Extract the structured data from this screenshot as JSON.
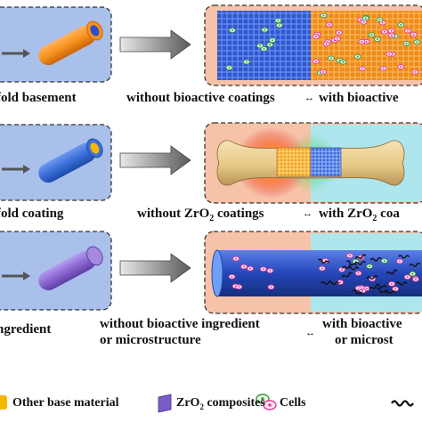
{
  "rows": [
    {
      "left_label": "fold basement",
      "before_label": "without bioactive coatings",
      "arrow_glyph": "↔",
      "after_label": "with bioactive"
    },
    {
      "left_label": "fold coating",
      "before_label_prefix": "without ZrO",
      "before_label_sub": "2",
      "before_label_suffix": " coatings",
      "arrow_glyph": "↔",
      "after_label_prefix": "with ZrO",
      "after_label_sub": "2",
      "after_label_suffix": " coa"
    },
    {
      "left_label": "ngredient",
      "before_label_line1": "without bioactive ingredient",
      "before_label_line2": "or microstructure",
      "arrow_glyph": "↔",
      "after_label_line1": "with bioactive",
      "after_label_line2": "or microst"
    }
  ],
  "legend": {
    "items": [
      {
        "label": "Other base material",
        "color": "#f5b800"
      },
      {
        "label_prefix": "ZrO",
        "label_sub": "2",
        "label_suffix": " composites",
        "color": "#7a5cc8"
      },
      {
        "label": "Cells",
        "color": "#e0409a"
      }
    ]
  },
  "colors": {
    "panel_blue": "#a9c0ea",
    "panel_peach": "#f6c3a8",
    "panel_cyan": "#aee6ee",
    "tube_orange": "#f7911e",
    "tube_blue": "#3a6fd8",
    "tube_purple": "#8a68d0",
    "bone": "#e9cf95"
  }
}
